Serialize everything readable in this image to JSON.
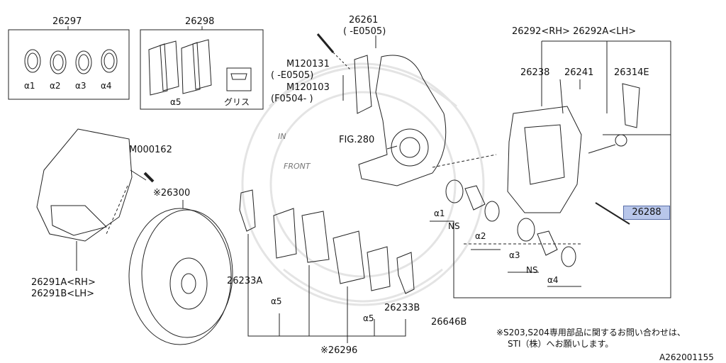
{
  "labels": {
    "p26297": "26297",
    "p26298": "26298",
    "a1": "α1",
    "a2": "α2",
    "a3": "α3",
    "a4": "α4",
    "a5": "α5",
    "grease": "グリス",
    "p26261": "26261",
    "e0505_top": "(    -E0505)",
    "m120131": "M120131",
    "e0505_mid": "(    -E0505)",
    "m120103": "M120103",
    "f0504": "(F0504-      )",
    "p26292": "26292<RH>   26292A<LH>",
    "p26238": "26238",
    "p26241": "26241",
    "p26314e": "26314E",
    "m000162": "M000162",
    "fig280": "FIG.280",
    "in": "IN",
    "front": "FRONT",
    "p26300": "※26300",
    "ns1": "NS",
    "ns2": "NS",
    "p26291a": "26291A<RH>",
    "p26291b": "26291B<LH>",
    "p26233a": "26233A",
    "p26233b": "26233B",
    "p26646b": "26646B",
    "p26296": "※26296",
    "p26288": "26288"
  },
  "note": {
    "line1": "※S203,S204専用部品に関するお問い合わせは、",
    "line2": "STI（株）へお願いします。"
  },
  "ref_code": "A262001155",
  "colors": {
    "highlight": "#b8c6ea",
    "highlight_border": "#5a6fa8",
    "line": "#222222",
    "watermark": "#e6e6e6"
  }
}
